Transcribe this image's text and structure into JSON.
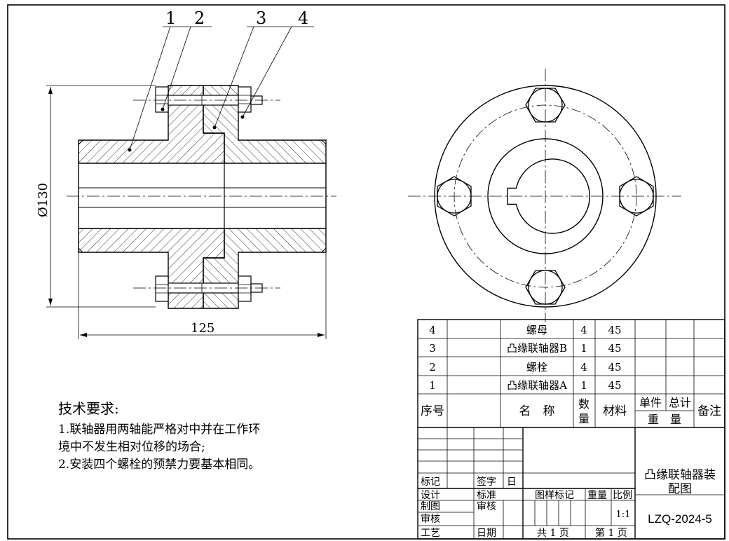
{
  "balloons": [
    "1",
    "2",
    "3",
    "4"
  ],
  "dimensions": {
    "diameter": "Ø130",
    "length": "125"
  },
  "tech": {
    "heading": "技术要求:",
    "lines": [
      "1.联轴器用两轴能严格对中并在工作环",
      "境中不发生相对位移的场合;",
      "2.安装四个螺栓的预禁力要基本相同。"
    ]
  },
  "bom": {
    "rows": [
      {
        "no": "4",
        "name": "螺母",
        "qty": "4",
        "material": "45"
      },
      {
        "no": "3",
        "name": "凸缘联轴器B",
        "qty": "1",
        "material": "45"
      },
      {
        "no": "2",
        "name": "螺栓",
        "qty": "4",
        "material": "45"
      },
      {
        "no": "1",
        "name": "凸缘联轴器A",
        "qty": "1",
        "material": "45"
      }
    ],
    "header": {
      "no": "序号",
      "name": "名　称",
      "qty_1": "数",
      "qty_2": "量",
      "material": "材料",
      "unit": "单件",
      "total": "总计",
      "weight": "重　量",
      "remark": "备注"
    }
  },
  "title_block": {
    "mark": "标记",
    "sign": "签字",
    "day": "日",
    "design": "设计",
    "standard": "标准",
    "draw": "制图",
    "review": "审核",
    "review2": "审核",
    "craft": "工艺",
    "date": "日期",
    "sample_mark": "图样标记",
    "weight": "重量",
    "scale": "比例",
    "scale_value": "1:1",
    "sheets_total": "共 1 页",
    "sheet_no": "第 1 页",
    "title_1": "凸缘联轴器装",
    "title_2": "配图",
    "drawing_no": "LZQ-2024-5"
  }
}
